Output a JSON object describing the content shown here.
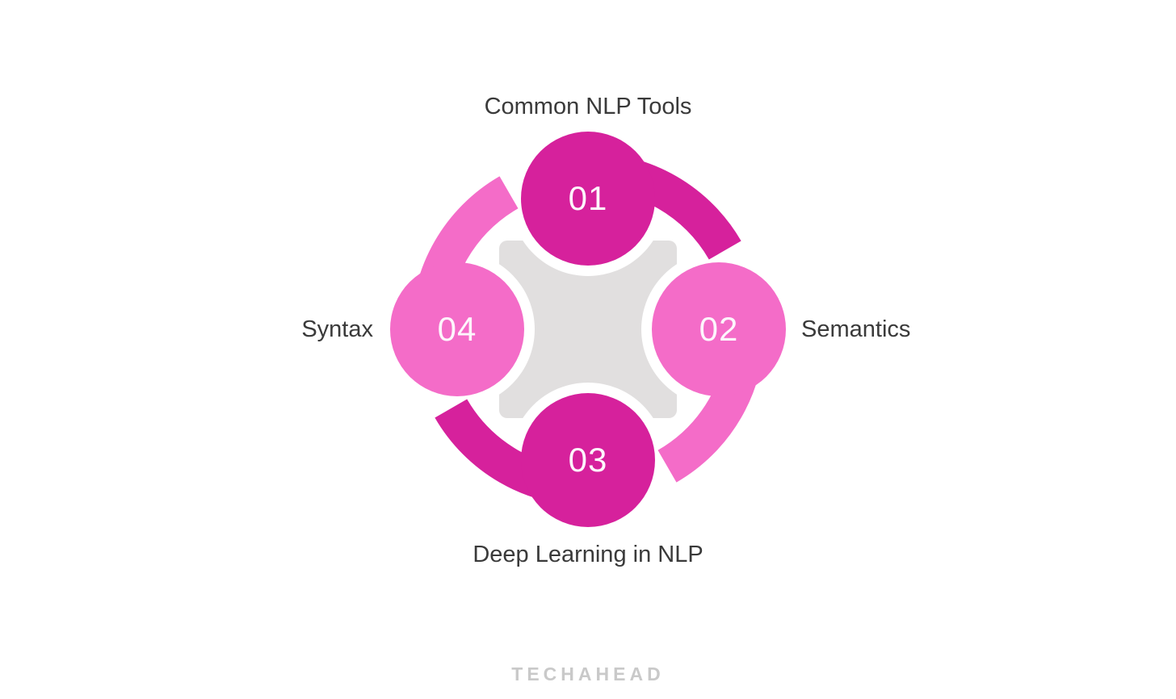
{
  "colors": {
    "node_dark": "#d6219c",
    "node_light": "#f46cc8",
    "center_shape": "#e1dfdf",
    "label_text": "#3a3a3a",
    "number_text": "#fdf6fc",
    "watermark_text": "#c9c9c9",
    "background": "#ffffff"
  },
  "nodes": [
    {
      "number": "01",
      "label": "Common NLP Tools",
      "position": "top",
      "tone": "dark"
    },
    {
      "number": "02",
      "label": "Semantics",
      "position": "right",
      "tone": "light"
    },
    {
      "number": "03",
      "label": "Deep Learning in NLP",
      "position": "bottom",
      "tone": "dark"
    },
    {
      "number": "04",
      "label": "Syntax",
      "position": "left",
      "tone": "light"
    }
  ],
  "watermark": "TECHAHEAD"
}
